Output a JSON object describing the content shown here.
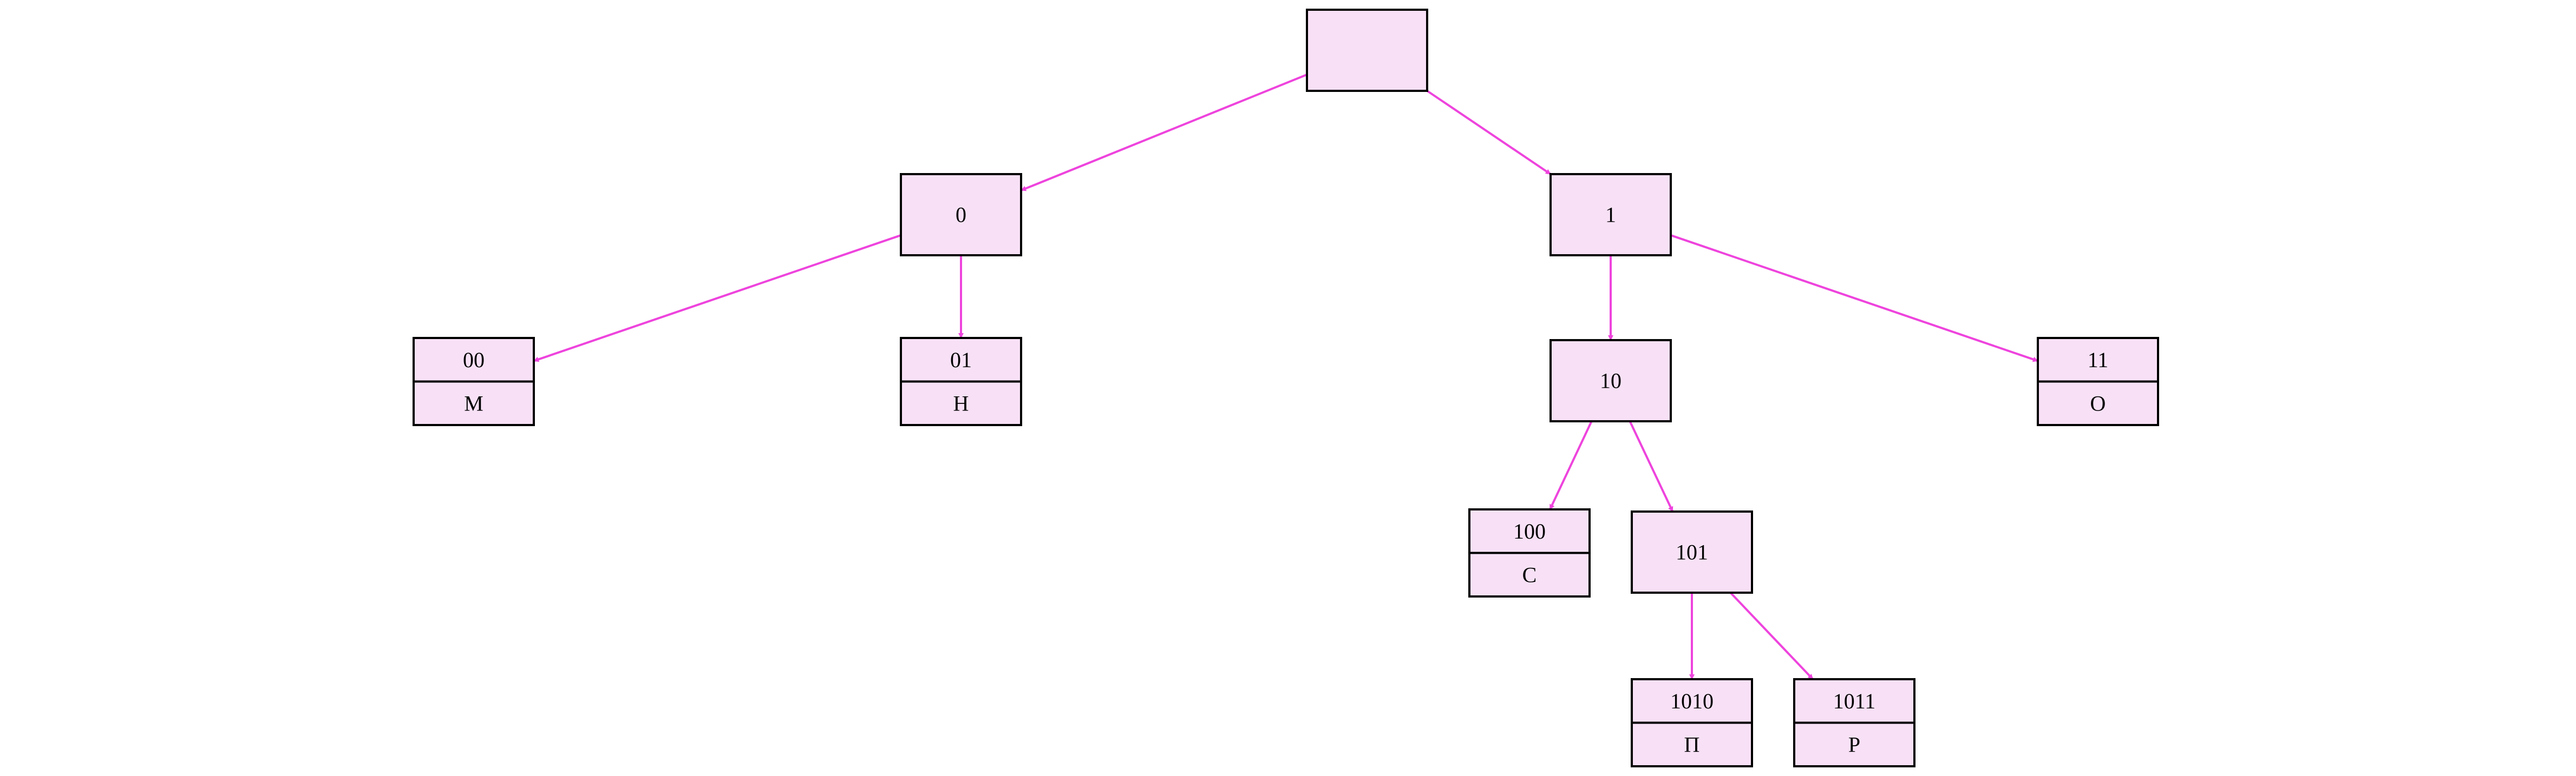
{
  "colors": {
    "node_fill": "#f8e1f6",
    "node_stroke": "#000000",
    "edge": "#ee44dd",
    "text": "#000000"
  },
  "nodes": [
    {
      "id": "root",
      "code": "",
      "symbol": null
    },
    {
      "id": "n0",
      "code": "0",
      "symbol": null
    },
    {
      "id": "n1",
      "code": "1",
      "symbol": null
    },
    {
      "id": "n00",
      "code": "00",
      "symbol": "М"
    },
    {
      "id": "n01",
      "code": "01",
      "symbol": "Н"
    },
    {
      "id": "n10",
      "code": "10",
      "symbol": null
    },
    {
      "id": "n11",
      "code": "11",
      "symbol": "О"
    },
    {
      "id": "n100",
      "code": "100",
      "symbol": "С"
    },
    {
      "id": "n101",
      "code": "101",
      "symbol": null
    },
    {
      "id": "n1010",
      "code": "1010",
      "symbol": "П"
    },
    {
      "id": "n1011",
      "code": "1011",
      "symbol": "Р"
    }
  ],
  "edges": [
    {
      "from": "root",
      "to": "n0"
    },
    {
      "from": "root",
      "to": "n1"
    },
    {
      "from": "n0",
      "to": "n00"
    },
    {
      "from": "n0",
      "to": "n01"
    },
    {
      "from": "n1",
      "to": "n10"
    },
    {
      "from": "n1",
      "to": "n11"
    },
    {
      "from": "n10",
      "to": "n100"
    },
    {
      "from": "n10",
      "to": "n101"
    },
    {
      "from": "n101",
      "to": "n1010"
    },
    {
      "from": "n101",
      "to": "n1011"
    }
  ]
}
